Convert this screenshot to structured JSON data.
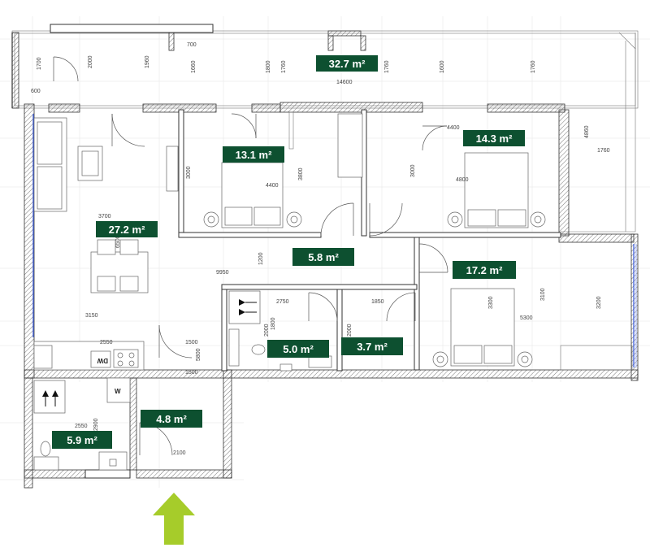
{
  "colors": {
    "badge_bg": "#0d5030",
    "badge_text": "#ffffff",
    "wall": "#333333",
    "window": "#3355dd",
    "entrance_arrow": "#a6cc2a"
  },
  "rooms": [
    {
      "id": "balcony",
      "area": "32.7 m²"
    },
    {
      "id": "bedroom-1",
      "area": "13.1 m²"
    },
    {
      "id": "bedroom-2",
      "area": "14.3 m²"
    },
    {
      "id": "living-room",
      "area": "27.2 m²"
    },
    {
      "id": "corridor",
      "area": "5.8 m²"
    },
    {
      "id": "bedroom-3",
      "area": "17.2 m²"
    },
    {
      "id": "bathroom",
      "area": "5.0 m²"
    },
    {
      "id": "storage",
      "area": "3.7 m²"
    },
    {
      "id": "hall",
      "area": "4.8 m²"
    },
    {
      "id": "wc",
      "area": "5.9 m²"
    }
  ],
  "dimensions": {
    "d1": "700",
    "d2": "1700",
    "d3": "600",
    "d4": "2000",
    "d5": "1960",
    "d6": "1660",
    "d7": "1800",
    "d8": "1760",
    "d9": "1760",
    "d10": "1600",
    "d11": "1760",
    "d12": "14600",
    "d13": "4400",
    "d14": "4860",
    "d15": "1760",
    "d16": "3000",
    "d17": "4400",
    "d18": "3800",
    "d19": "3000",
    "d20": "4800",
    "d21": "3700",
    "d22": "6500",
    "d23": "1200",
    "d24": "9950",
    "d25": "3150",
    "d26": "2750",
    "d27": "1850",
    "d28": "3300",
    "d29": "3100",
    "d30": "3200",
    "d31": "5300",
    "d32": "2550",
    "d33": "1500",
    "d34": "5800",
    "d35": "1500",
    "d36": "2000",
    "d37": "1800",
    "d38": "2000",
    "d39": "2550",
    "d40": "2900",
    "d41": "2100"
  },
  "appliances": {
    "dishwasher": "DW",
    "washer": "W"
  }
}
